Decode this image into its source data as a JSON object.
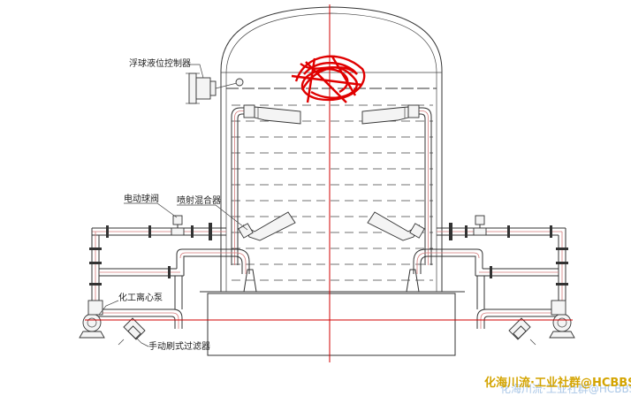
{
  "labels": {
    "float_controller": "浮球液位控制器",
    "electric_ball_valve": "电动球阀",
    "jet_mixer": "喷射混合器",
    "centrifugal_pump": "化工离心泵",
    "manual_filter": "手动刷式过滤器"
  },
  "watermark": {
    "text": "化海川流·工业社群@HCBBS",
    "shadow_text": "化海川流·工业社群@HCBBS",
    "color": "#d4a400"
  },
  "colors": {
    "centerline": "#d00000",
    "pipe_inner": "#d47a7a",
    "scribble": "#e00000"
  }
}
